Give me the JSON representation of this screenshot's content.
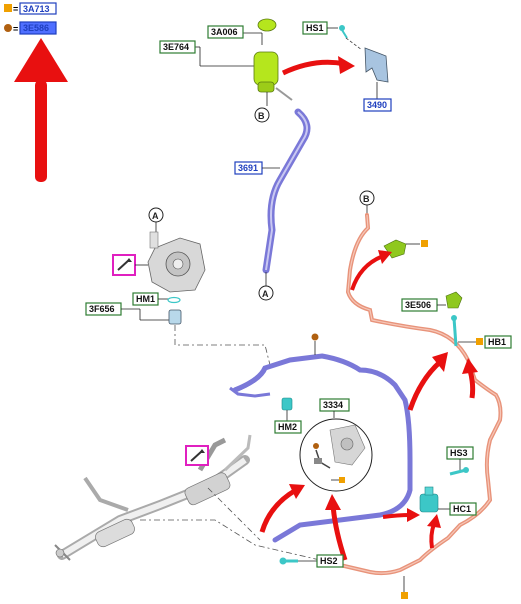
{
  "legend": {
    "square_code": "3A713",
    "circle_code": "3E586",
    "square_color": "#f0a000",
    "circle_color": "#b06010"
  },
  "labels_green": {
    "l3A006": "3A006",
    "l3E764": "3E764",
    "lHS1": "HS1",
    "lHM1": "HM1",
    "l3F656": "3F656",
    "l3E506": "3E506",
    "lHB1": "HB1",
    "l3334": "3334",
    "lHM2": "HM2",
    "lHS3": "HS3",
    "lHC1": "HC1",
    "lHS2": "HS2"
  },
  "labels_blue": {
    "l3490": "3490",
    "l3691": "3691"
  },
  "callouts": {
    "A": "A",
    "B": "B"
  },
  "colors": {
    "green_label_border": "#2e7d32",
    "blue_label_border": "#1f3fbf",
    "blue_label_fill": "#4f6fff",
    "red_arrow": "#e81010",
    "tube_purple": "#7a78d8",
    "tube_salmon": "#e8937a",
    "reservoir": "#b5e61d",
    "teal_part": "#3cc7c7",
    "magenta_icon": "#e020c0"
  }
}
